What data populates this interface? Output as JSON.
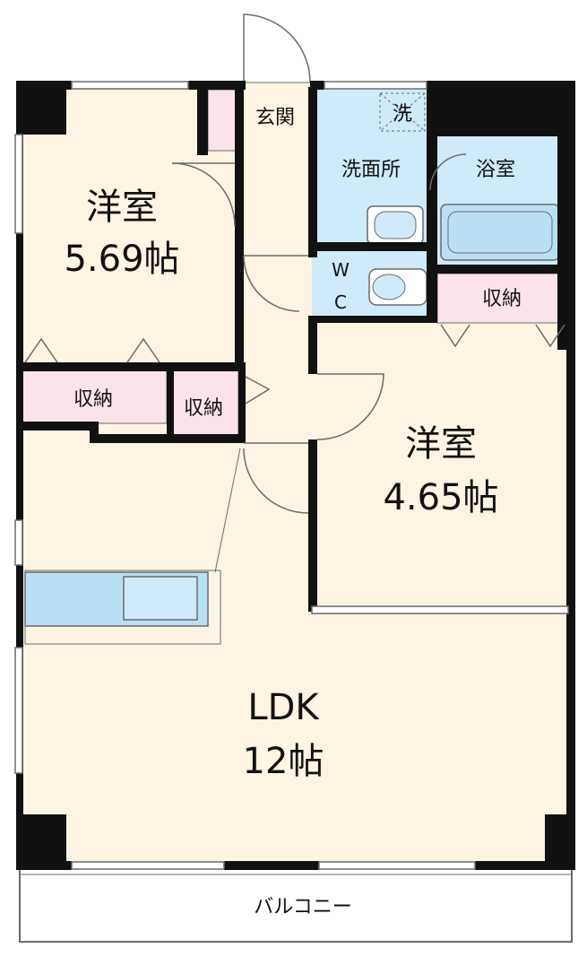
{
  "colors": {
    "wall": "#111111",
    "room_floor": "#fdf4e3",
    "wet_area": "#cfeaf8",
    "storage": "#fbe3ea",
    "outline": "#6b6b6b",
    "fixture": "#b9dff3"
  },
  "rooms": {
    "western_room_a": {
      "name": "洋室",
      "size": "5.69帖"
    },
    "western_room_b": {
      "name": "洋室",
      "size": "4.65帖"
    },
    "ldk": {
      "name": "LDK",
      "size": "12帖"
    },
    "entrance": {
      "name": "玄関"
    },
    "washroom": {
      "name": "洗面所"
    },
    "washer": {
      "name": "洗"
    },
    "bathroom": {
      "name": "浴室"
    },
    "toilet": {
      "name_line1": "W",
      "name_line2": "C"
    },
    "storage_left": {
      "name": "収納"
    },
    "storage_middle": {
      "name": "収納"
    },
    "storage_right": {
      "name": "収納"
    },
    "balcony": {
      "name": "バルコニー"
    }
  }
}
